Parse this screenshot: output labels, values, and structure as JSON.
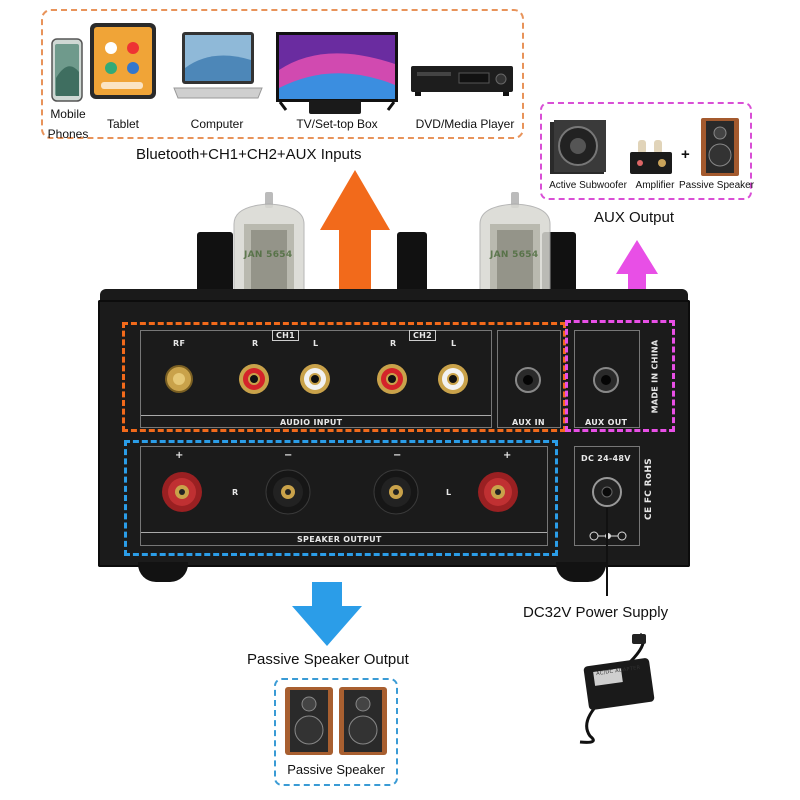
{
  "inputs": {
    "devices": [
      {
        "label": "Mobile\nPhones",
        "icon": "mobile-phone-icon"
      },
      {
        "label": "Tablet",
        "icon": "tablet-icon"
      },
      {
        "label": "Computer",
        "icon": "laptop-icon"
      },
      {
        "label": "TV/Set-top Box",
        "icon": "tv-icon"
      },
      {
        "label": "DVD/Media Player",
        "icon": "dvd-player-icon"
      }
    ],
    "caption": "Bluetooth+CH1+CH2+AUX Inputs",
    "box_color": "#e8935a",
    "arrow_color": "#f26a1b"
  },
  "aux_output": {
    "devices": [
      {
        "label": "Active Subwoofer",
        "icon": "subwoofer-icon"
      },
      {
        "label": "Amplifier",
        "icon": "amplifier-icon"
      },
      {
        "label": "Passive Speaker",
        "icon": "passive-speaker-icon"
      }
    ],
    "plus": "+",
    "caption": "AUX Output",
    "box_color": "#d94fd6",
    "arrow_color": "#e84fe6"
  },
  "panel": {
    "rf": "RF",
    "ch1": "CH1",
    "ch2": "CH2",
    "r": "R",
    "l": "L",
    "audio_input": "AUDIO INPUT",
    "aux_in": "AUX IN",
    "aux_out": "AUX OUT",
    "made_in": "MADE IN CHINA",
    "speaker_output": "SPEAKER OUTPUT",
    "plus": "+",
    "minus": "−",
    "dc": "DC 24-48V",
    "cert": "CE FC RoHS",
    "tube_print": "JAN 5654"
  },
  "speaker_out": {
    "caption": "Passive Speaker Output",
    "device_label": "Passive Speaker",
    "box_color": "#3a9bd5",
    "arrow_color": "#2b9de8"
  },
  "power": {
    "caption": "DC32V Power Supply",
    "adapter_print": "AC/DC ADAPTER"
  }
}
